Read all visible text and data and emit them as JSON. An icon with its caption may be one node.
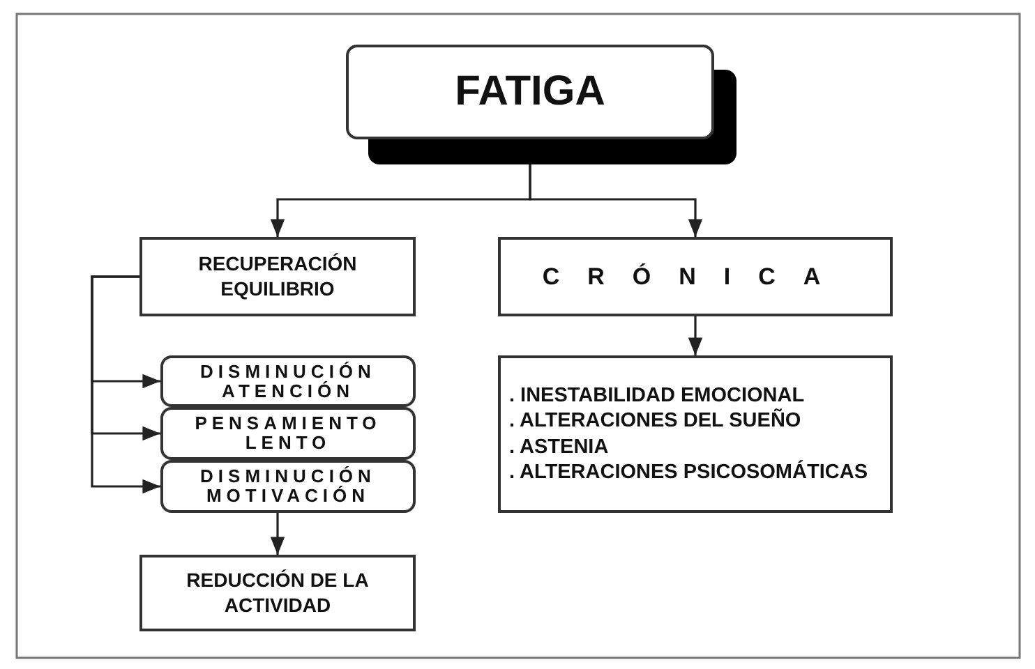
{
  "diagram": {
    "nodes": [
      {
        "text": [
          "FATIGA"
        ]
      },
      {
        "text": [
          "RECUPERACIÓN EQUILIBRIO"
        ]
      },
      {
        "text": [
          "CRÓNICA"
        ]
      },
      {
        "text": [
          "DISMINUCIÓN ATENCIÓN"
        ]
      },
      {
        "text": [
          "PENSAMIENTO LENTO"
        ]
      },
      {
        "text": [
          "DISMINUCIÓN MOTIVACIÓN"
        ]
      },
      {
        "text": [
          "REDUCCIÓN DE LA ACTIVIDAD"
        ]
      },
      {
        "text": [
          ". INESTABILIDAD EMOCIONAL",
          ". ALTERACIONES DEL SUEÑO",
          ". ASTENIA",
          ". ALTERACIONES PSICOSOMÁTICAS"
        ]
      }
    ],
    "edges": [
      {
        "from": 0,
        "to": 1,
        "arrow": "to"
      },
      {
        "from": 0,
        "to": 2,
        "arrow": "to"
      },
      {
        "from": 1,
        "to": 3,
        "arrow": "to"
      },
      {
        "from": 1,
        "to": 4,
        "arrow": "to"
      },
      {
        "from": 1,
        "to": 5,
        "arrow": "to"
      },
      {
        "from": 5,
        "to": 6,
        "arrow": "to"
      },
      {
        "from": 2,
        "to": 7,
        "arrow": "to"
      }
    ]
  }
}
